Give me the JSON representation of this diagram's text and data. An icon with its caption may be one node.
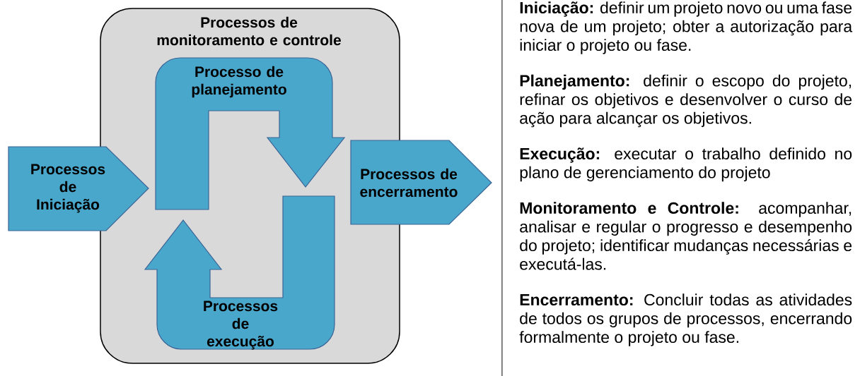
{
  "diagram": {
    "nodes": [
      {
        "text": [
          "Processos de monitoramento e controle"
        ]
      },
      {
        "text": [
          "Processos de Iniciação"
        ]
      },
      {
        "text": [
          "Processo de planejamento"
        ],
        "in": 0
      },
      {
        "text": [
          "Processos de execução"
        ],
        "in": 0
      },
      {
        "text": [
          "Processos de encerramento"
        ]
      }
    ],
    "labels": [
      "**Iniciação:** definir um projeto novo ou uma fase nova de um projeto; obter a autorização para iniciar o projeto ou fase.",
      "**Planejamento:** definir o escopo do projeto, refinar os objetivos e desenvolver o curso de ação para alcançar os objetivos.",
      "**Execução:** executar o trabalho definido no plano de gerenciamento do projeto",
      "**Monitoramento e Controle:** acompanhar, analisar e regular o progresso e desempenho do projeto; identificar mudanças necessárias e executá-las.",
      "**Encerramento:** Concluir todas as atividades de todos os grupos de processos, encerrando formalmente o projeto ou fase."
    ]
  }
}
